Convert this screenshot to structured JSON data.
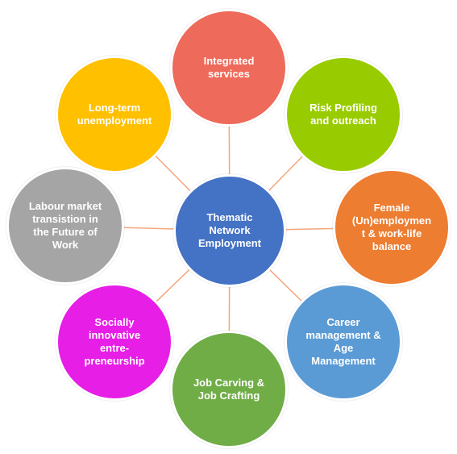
{
  "diagram": {
    "center": {
      "label": "Thematic\nNetwork\nEmployment",
      "color": "#4472c4"
    },
    "nodes": {
      "integrated": {
        "label": "Integrated\nservices",
        "color": "#ee6a5a"
      },
      "risk": {
        "label": "Risk Profiling\nand outreach",
        "color": "#99cc00"
      },
      "female": {
        "label": "Female\n(Un)employmen\nt & work-life\nbalance",
        "color": "#ed7d31"
      },
      "career": {
        "label": "Career\nmanagement &\nAge\nManagement",
        "color": "#5b9bd5"
      },
      "jobcarving": {
        "label": "Job Carving &\nJob Crafting",
        "color": "#70ad47"
      },
      "social": {
        "label": "Socially\ninnovative\nentre-\npreneurship",
        "color": "#e61ee6"
      },
      "labour": {
        "label": "Labour market\ntransistion in\nthe Future of\nWork",
        "color": "#a5a5a5"
      },
      "longterm": {
        "label": "Long-term\nunemployment",
        "color": "#ffc000"
      }
    },
    "connector_color": "#f4a57a"
  }
}
